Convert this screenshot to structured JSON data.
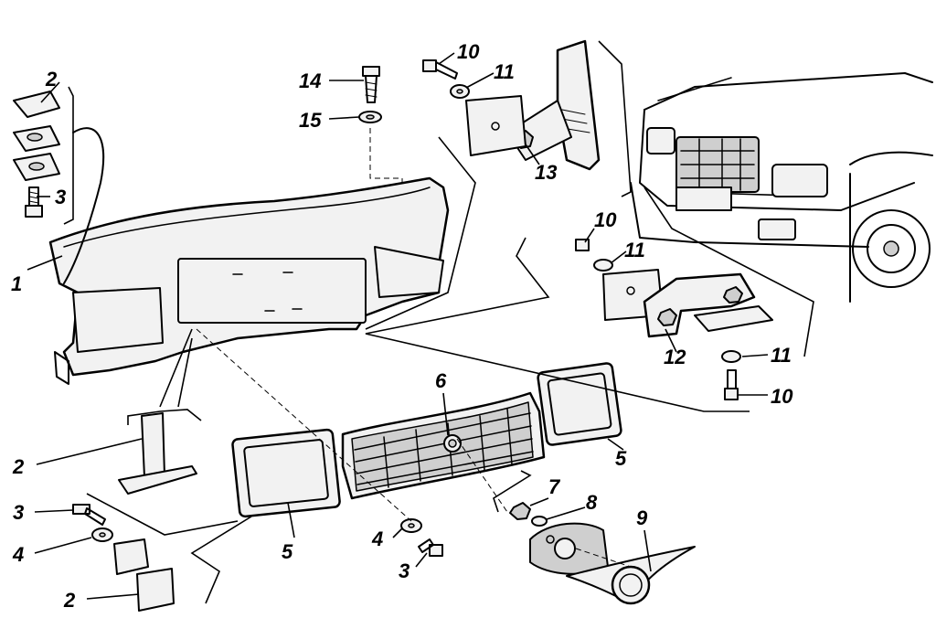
{
  "callouts": {
    "c1": "1",
    "c2_top": "2",
    "c2_mid": "2",
    "c2_bottom": "2",
    "c3_top": "3",
    "c3_left": "3",
    "c3_center": "3",
    "c4_left": "4",
    "c4_center": "4",
    "c5_left": "5",
    "c5_right": "5",
    "c6": "6",
    "c7": "7",
    "c8": "8",
    "c9": "9",
    "c10_top": "10",
    "c10_mid": "10",
    "c10_right": "10",
    "c11_top": "11",
    "c11_mid": "11",
    "c11_right": "11",
    "c12": "12",
    "c13": "13",
    "c14": "14",
    "c15": "15"
  },
  "colors": {
    "line": "#000000",
    "background": "#ffffff",
    "fill": "#f2f2f2",
    "shade": "#cfcfcf"
  }
}
